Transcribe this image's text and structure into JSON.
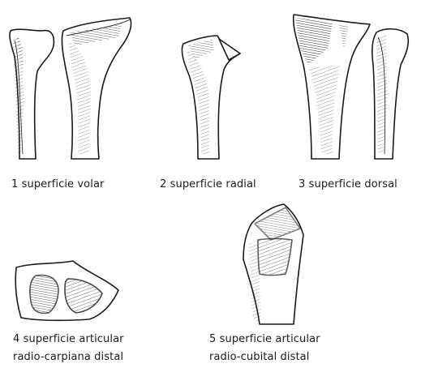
{
  "captions": {
    "volar": "1 superficie volar",
    "radial": "2 superficie radial",
    "dorsal": "3 superficie dorsal",
    "carpal_line1": "4 superficie articular",
    "carpal_line2": "radio-carpiana distal",
    "ulnar_line1": "5 superficie articular",
    "ulnar_line2": "radio-cubital distal"
  },
  "colors": {
    "ink": "#1a1a1a",
    "background": "#ffffff"
  }
}
